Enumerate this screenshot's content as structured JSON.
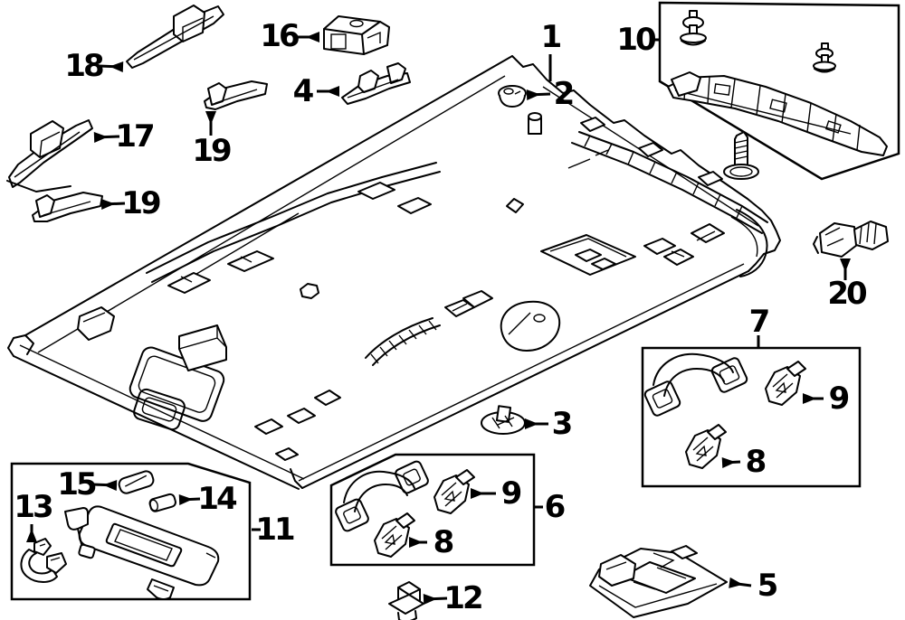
{
  "colors": {
    "background": "#ffffff",
    "line": "#000000"
  },
  "diagram": {
    "type": "exploded-parts-line-diagram",
    "description_visible_numbers": [
      "1",
      "2",
      "3",
      "4",
      "5",
      "6",
      "7",
      "8",
      "9",
      "10",
      "11",
      "12",
      "13",
      "14",
      "15",
      "16",
      "17",
      "18",
      "19",
      "20"
    ],
    "callouts": [
      {
        "id": "18",
        "label": "18"
      },
      {
        "id": "16",
        "label": "16"
      },
      {
        "id": "1",
        "label": "1"
      },
      {
        "id": "10",
        "label": "10"
      },
      {
        "id": "2",
        "label": "2"
      },
      {
        "id": "4",
        "label": "4"
      },
      {
        "id": "19-front",
        "label": "19"
      },
      {
        "id": "17",
        "label": "17"
      },
      {
        "id": "19-side",
        "label": "19"
      },
      {
        "id": "20",
        "label": "20"
      },
      {
        "id": "7",
        "label": "7"
      },
      {
        "id": "9-box7",
        "label": "9"
      },
      {
        "id": "8-box7",
        "label": "8"
      },
      {
        "id": "3",
        "label": "3"
      },
      {
        "id": "6",
        "label": "6"
      },
      {
        "id": "9-box6",
        "label": "9"
      },
      {
        "id": "8-box6",
        "label": "8"
      },
      {
        "id": "15",
        "label": "15"
      },
      {
        "id": "14",
        "label": "14"
      },
      {
        "id": "13",
        "label": "13"
      },
      {
        "id": "11",
        "label": "11"
      },
      {
        "id": "12",
        "label": "12"
      },
      {
        "id": "5",
        "label": "5"
      }
    ]
  }
}
